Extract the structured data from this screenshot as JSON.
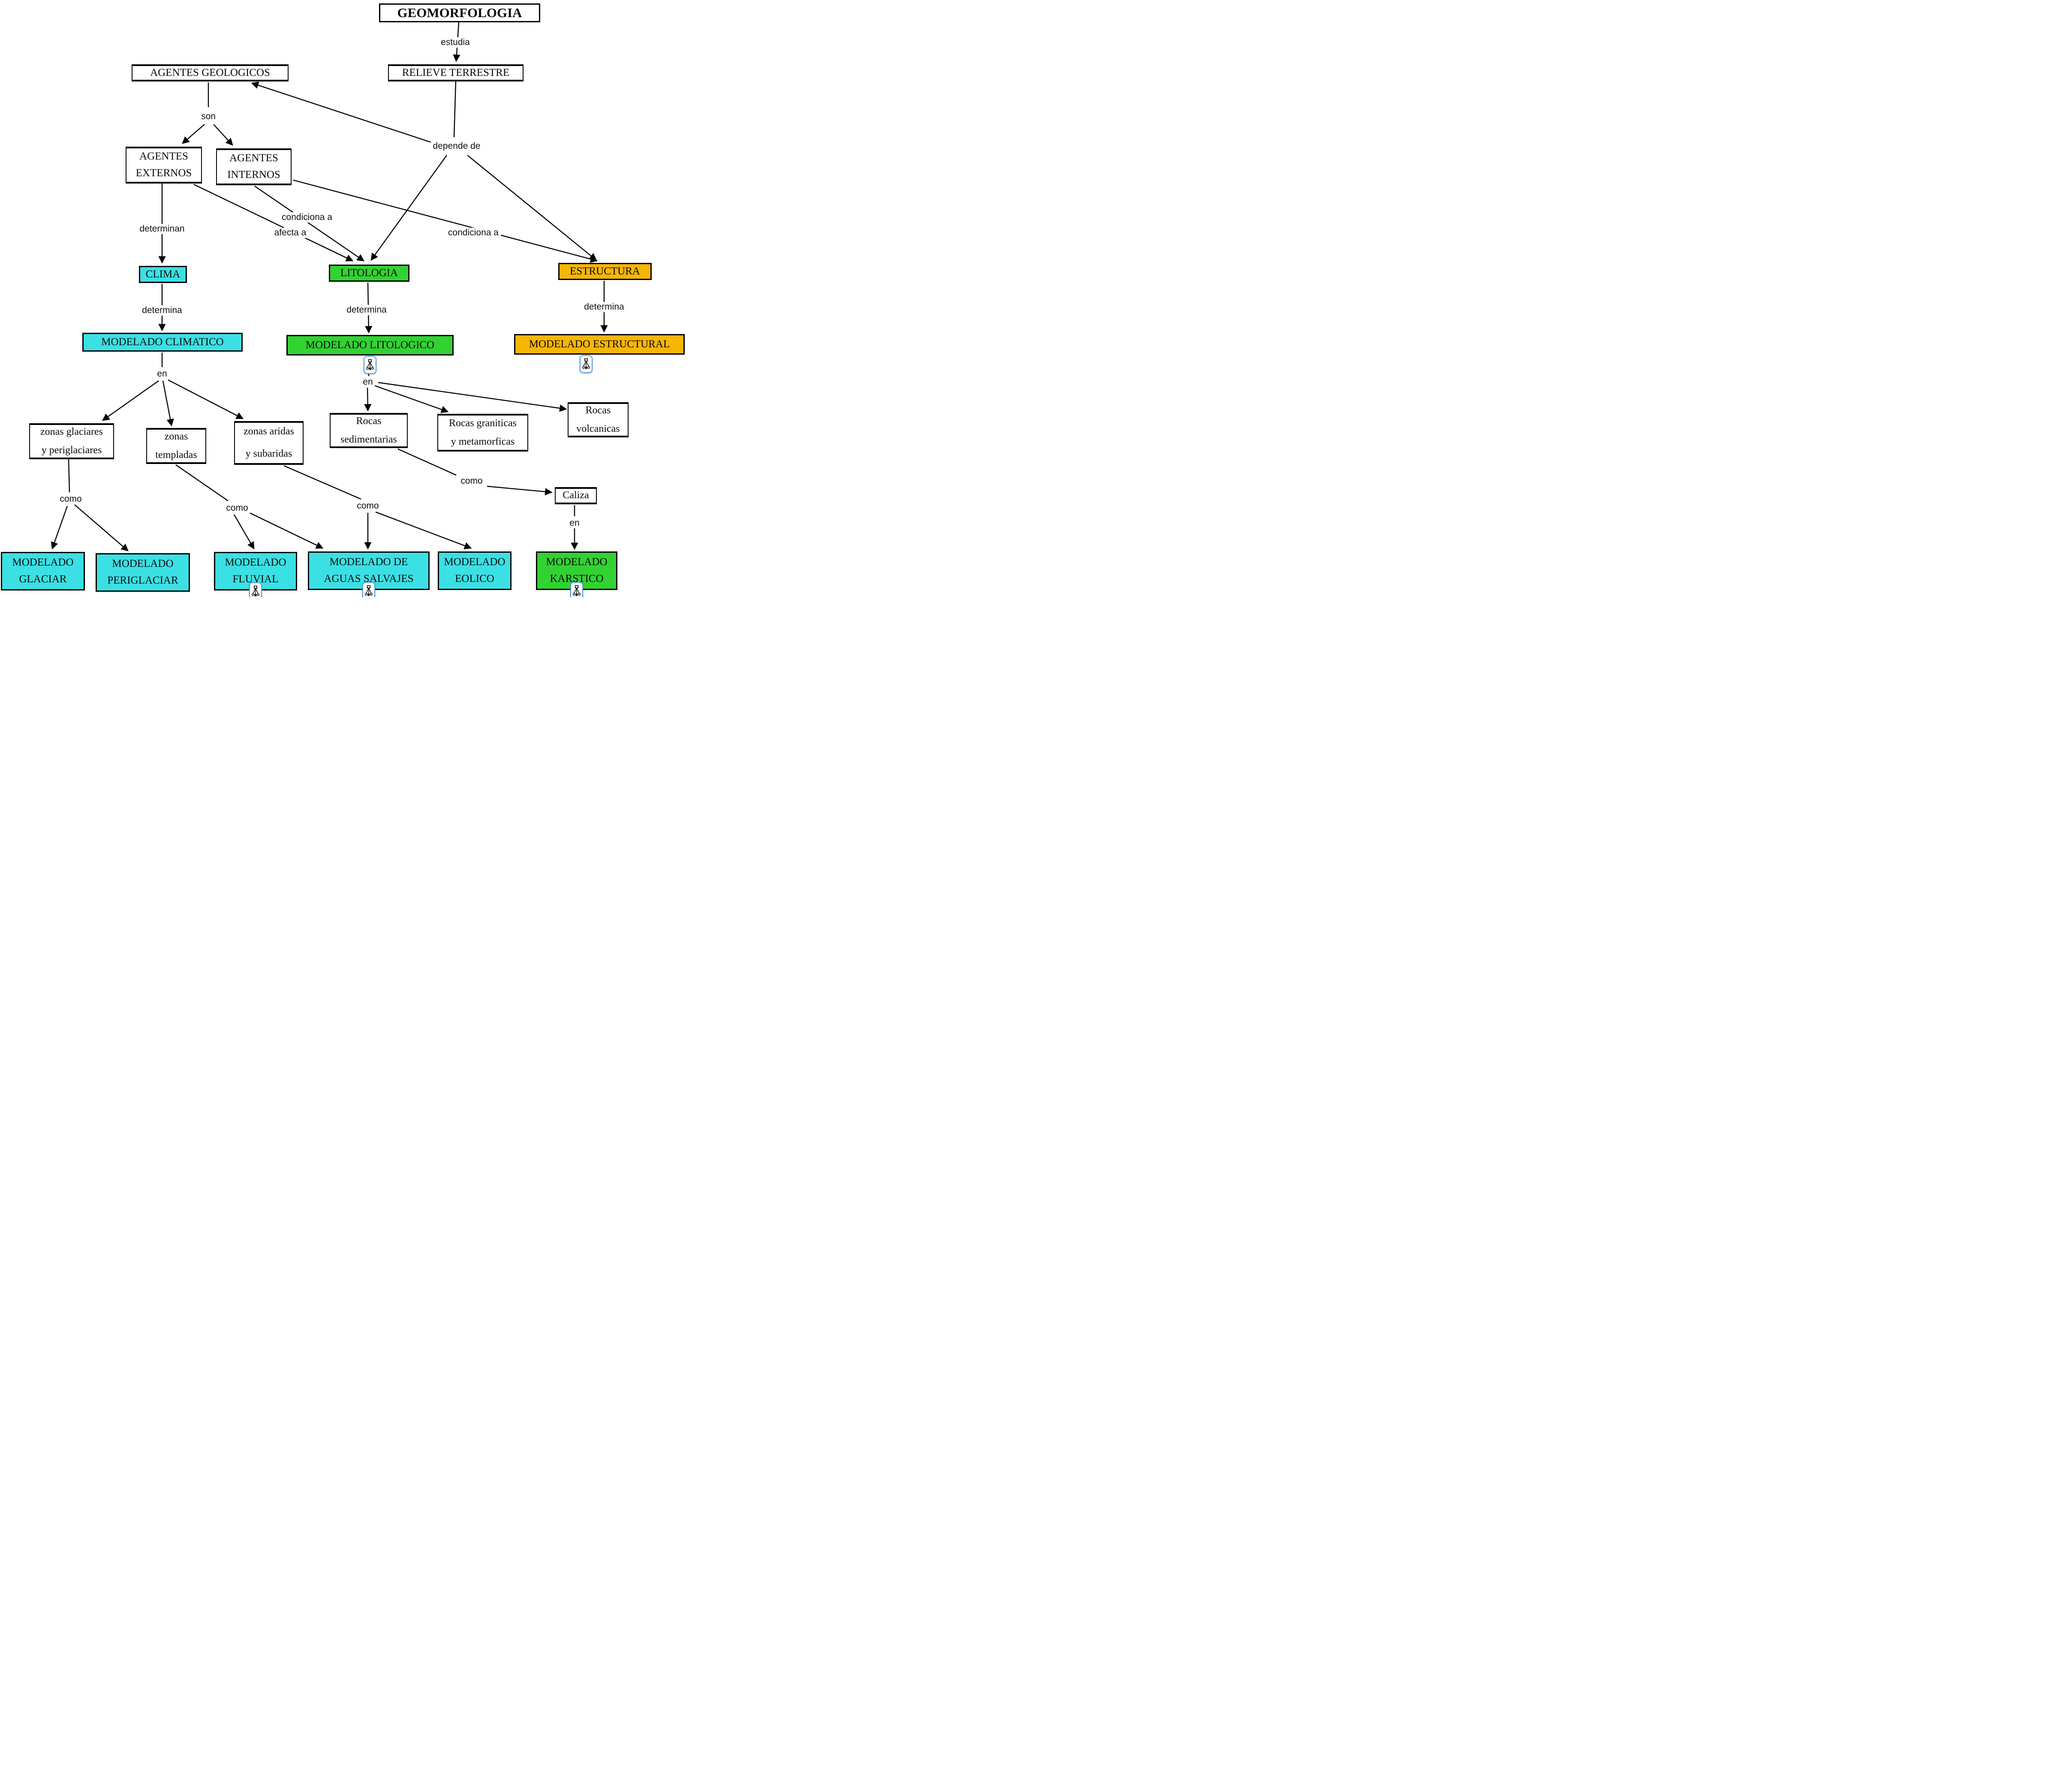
{
  "diagram_title": "GEOMORFOLOGIA",
  "colors": {
    "cyan": "#3BE0E4",
    "green": "#32D232",
    "orange": "#F7B508",
    "node_border": "#000000",
    "background": "#FFFFFF",
    "submap_icon_border": "#5B9BD5"
  },
  "icons": {
    "submap_icon_name": "submap-tree-icon"
  },
  "nodes": {
    "geomorfologia": {
      "label": "GEOMORFOLOGIA"
    },
    "relieve_terrestre": {
      "label": "RELIEVE TERRESTRE"
    },
    "agentes_geologicos": {
      "label": "AGENTES GEOLOGICOS"
    },
    "agentes_externos": {
      "label": "AGENTES\nEXTERNOS"
    },
    "agentes_internos": {
      "label": "AGENTES\nINTERNOS"
    },
    "clima": {
      "label": "CLIMA"
    },
    "litologia": {
      "label": "LITOLOGIA"
    },
    "estructura": {
      "label": "ESTRUCTURA"
    },
    "modelado_climatico": {
      "label": "MODELADO CLIMATICO"
    },
    "modelado_litologico": {
      "label": "MODELADO LITOLOGICO"
    },
    "modelado_estructural": {
      "label": "MODELADO ESTRUCTURAL"
    },
    "zonas_glaciares": {
      "label": "zonas glaciares\ny periglaciares"
    },
    "zonas_templadas": {
      "label": "zonas\ntempladas"
    },
    "zonas_aridas": {
      "label": "zonas aridas\ny subaridas"
    },
    "rocas_sedimentarias": {
      "label": "Rocas\nsedimentarias"
    },
    "rocas_graniticas": {
      "label": "Rocas graniticas\ny metamorficas"
    },
    "rocas_volcanicas": {
      "label": "Rocas\nvolcanicas"
    },
    "caliza": {
      "label": "Caliza"
    },
    "modelado_glaciar": {
      "label": "MODELADO\nGLACIAR"
    },
    "modelado_periglaciar": {
      "label": "MODELADO\nPERIGLACIAR"
    },
    "modelado_fluvial": {
      "label": "MODELADO\nFLUVIAL"
    },
    "modelado_aguas_salvajes": {
      "label": "MODELADO DE\nAGUAS SALVAJES"
    },
    "modelado_eolico": {
      "label": "MODELADO\nEOLICO"
    },
    "modelado_karstico": {
      "label": "MODELADO\nKARSTICO"
    }
  },
  "edge_labels": {
    "estudia": "estudia",
    "son": "son",
    "depende_de": "depende de",
    "determinan": "determinan",
    "condiciona_a_externos": "condiciona a",
    "afecta_a": "afecta a",
    "condiciona_a_internos": "condiciona a",
    "determina_clima": "determina",
    "determina_litologia": "determina",
    "determina_estructura": "determina",
    "en_climatico": "en",
    "en_litologico": "en",
    "en_caliza": "en",
    "como_glaciares": "como",
    "como_templadas": "como",
    "como_aridas": "como",
    "como_caliza": "como"
  },
  "edges": [
    {
      "from": "GEOMORFOLOGIA",
      "label": "estudia",
      "to": "RELIEVE TERRESTRE"
    },
    {
      "from": "RELIEVE TERRESTRE",
      "label": "depende de",
      "to": "AGENTES GEOLOGICOS"
    },
    {
      "from": "RELIEVE TERRESTRE",
      "label": "depende de",
      "to": "LITOLOGIA"
    },
    {
      "from": "RELIEVE TERRESTRE",
      "label": "depende de",
      "to": "ESTRUCTURA"
    },
    {
      "from": "AGENTES GEOLOGICOS",
      "label": "son",
      "to": "AGENTES EXTERNOS"
    },
    {
      "from": "AGENTES GEOLOGICOS",
      "label": "son",
      "to": "AGENTES INTERNOS"
    },
    {
      "from": "AGENTES EXTERNOS",
      "label": "determinan",
      "to": "CLIMA"
    },
    {
      "from": "AGENTES EXTERNOS",
      "label": "condiciona a",
      "to": "LITOLOGIA"
    },
    {
      "from": "AGENTES INTERNOS",
      "label": "afecta a",
      "to": "LITOLOGIA"
    },
    {
      "from": "AGENTES INTERNOS",
      "label": "condiciona a",
      "to": "ESTRUCTURA"
    },
    {
      "from": "CLIMA",
      "label": "determina",
      "to": "MODELADO CLIMATICO"
    },
    {
      "from": "LITOLOGIA",
      "label": "determina",
      "to": "MODELADO LITOLOGICO"
    },
    {
      "from": "ESTRUCTURA",
      "label": "determina",
      "to": "MODELADO ESTRUCTURAL"
    },
    {
      "from": "MODELADO CLIMATICO",
      "label": "en",
      "to": "zonas glaciares y periglaciares"
    },
    {
      "from": "MODELADO CLIMATICO",
      "label": "en",
      "to": "zonas templadas"
    },
    {
      "from": "MODELADO CLIMATICO",
      "label": "en",
      "to": "zonas aridas y subaridas"
    },
    {
      "from": "MODELADO LITOLOGICO",
      "label": "en",
      "to": "Rocas sedimentarias"
    },
    {
      "from": "MODELADO LITOLOGICO",
      "label": "en",
      "to": "Rocas graniticas y metamorficas"
    },
    {
      "from": "MODELADO LITOLOGICO",
      "label": "en",
      "to": "Rocas volcanicas"
    },
    {
      "from": "zonas glaciares y periglaciares",
      "label": "como",
      "to": "MODELADO GLACIAR"
    },
    {
      "from": "zonas glaciares y periglaciares",
      "label": "como",
      "to": "MODELADO PERIGLACIAR"
    },
    {
      "from": "zonas templadas",
      "label": "como",
      "to": "MODELADO FLUVIAL"
    },
    {
      "from": "zonas templadas",
      "label": "como",
      "to": "MODELADO DE AGUAS SALVAJES"
    },
    {
      "from": "zonas aridas y subaridas",
      "label": "como",
      "to": "MODELADO DE AGUAS SALVAJES"
    },
    {
      "from": "zonas aridas y subaridas",
      "label": "como",
      "to": "MODELADO EOLICO"
    },
    {
      "from": "Rocas sedimentarias",
      "label": "como",
      "to": "Caliza"
    },
    {
      "from": "Caliza",
      "label": "en",
      "to": "MODELADO KARSTICO"
    }
  ],
  "nodes_with_submap_icon": [
    "MODELADO LITOLOGICO",
    "MODELADO ESTRUCTURAL",
    "MODELADO FLUVIAL",
    "MODELADO DE AGUAS SALVAJES",
    "MODELADO KARSTICO"
  ]
}
